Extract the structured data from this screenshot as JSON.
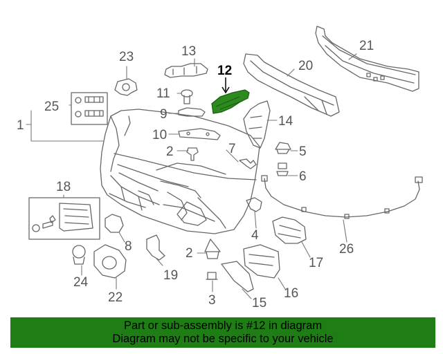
{
  "diagram": {
    "highlighted_part": "12",
    "callouts": {
      "c1": "1",
      "c2a": "2",
      "c2b": "2",
      "c3": "3",
      "c4": "4",
      "c5": "5",
      "c6": "6",
      "c7": "7",
      "c8": "8",
      "c9": "9",
      "c10": "10",
      "c11": "11",
      "c12": "12",
      "c13": "13",
      "c14": "14",
      "c15": "15",
      "c16": "16",
      "c17": "17",
      "c18": "18",
      "c19": "19",
      "c20": "20",
      "c21": "21",
      "c22": "22",
      "c23": "23",
      "c24": "24",
      "c25": "25",
      "c26": "26"
    },
    "colors": {
      "line": "#666666",
      "highlight": "#2d8a1e",
      "banner": "#1e7d14"
    }
  },
  "banner": {
    "line1": "Part or sub-assembly is #12 in diagram",
    "line2": "Diagram may not be specific to your vehicle"
  }
}
